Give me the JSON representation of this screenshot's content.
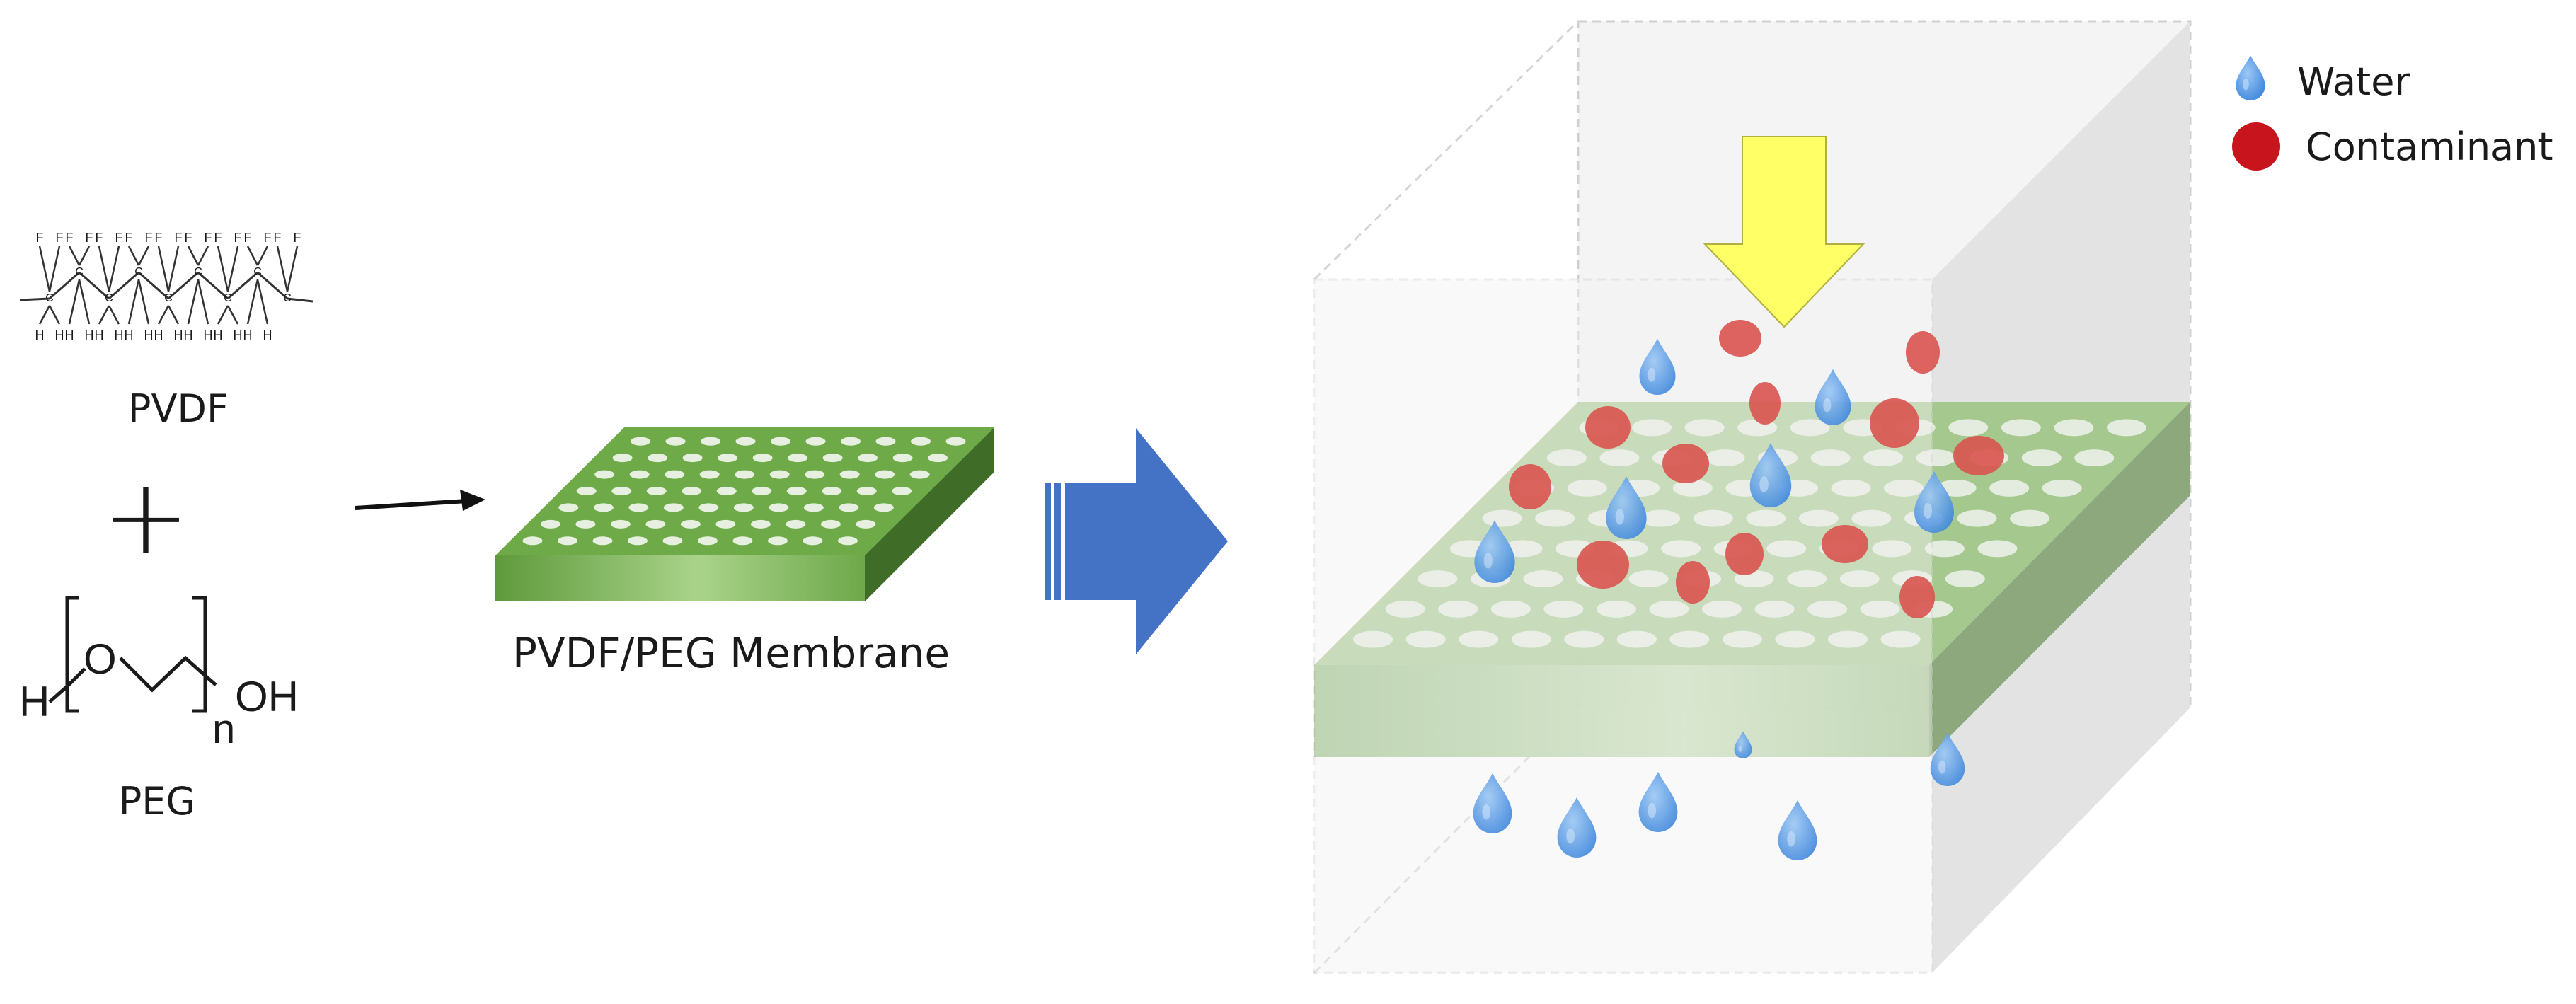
{
  "labels": {
    "pvdf": "PVDF",
    "plus": "+",
    "peg": "PEG",
    "membrane": "PVDF/PEG Membrane"
  },
  "pvdf_structure": {
    "upper_atoms": [
      "F",
      "F",
      "F",
      "F",
      "F",
      "F",
      "F",
      "F",
      "F",
      "F",
      "F",
      "F",
      "F",
      "F",
      "F",
      "F",
      "F",
      "F"
    ],
    "carbons": [
      "C",
      "C",
      "C",
      "C",
      "C",
      "C",
      "C",
      "C",
      "C"
    ],
    "lower_atoms": [
      "H",
      "H",
      "H",
      "H",
      "H",
      "H",
      "H",
      "H",
      "H",
      "H",
      "H",
      "H",
      "H",
      "H",
      "H",
      "H"
    ]
  },
  "peg_structure": {
    "left_end": "H",
    "oxygen": "O",
    "subscript": "n",
    "right_end": "OH"
  },
  "legend": {
    "items": [
      {
        "label": "Water",
        "symbol": "droplet-icon",
        "color": "#1e6fe0"
      },
      {
        "label": "Contaminant",
        "symbol": "circle-icon",
        "color": "#c8141c"
      }
    ]
  },
  "colors": {
    "membrane_green": "#7fb35a",
    "water_blue": "#4a8fe0",
    "contaminant_red": "#d9534f",
    "process_arrow": "#4472c4",
    "flow_arrow": "#ffff66"
  }
}
